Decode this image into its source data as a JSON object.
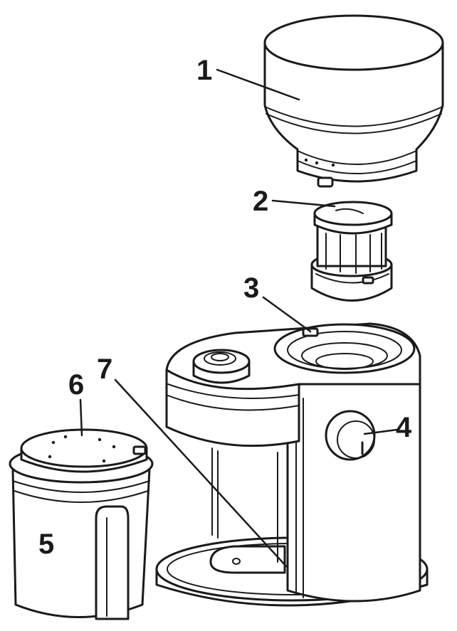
{
  "labels": {
    "n1": "1",
    "n2": "2",
    "n3": "3",
    "n4": "4",
    "n5": "5",
    "n6": "6",
    "n7": "7"
  },
  "colors": {
    "line": "#1a1a1a",
    "background": "#ffffff"
  }
}
